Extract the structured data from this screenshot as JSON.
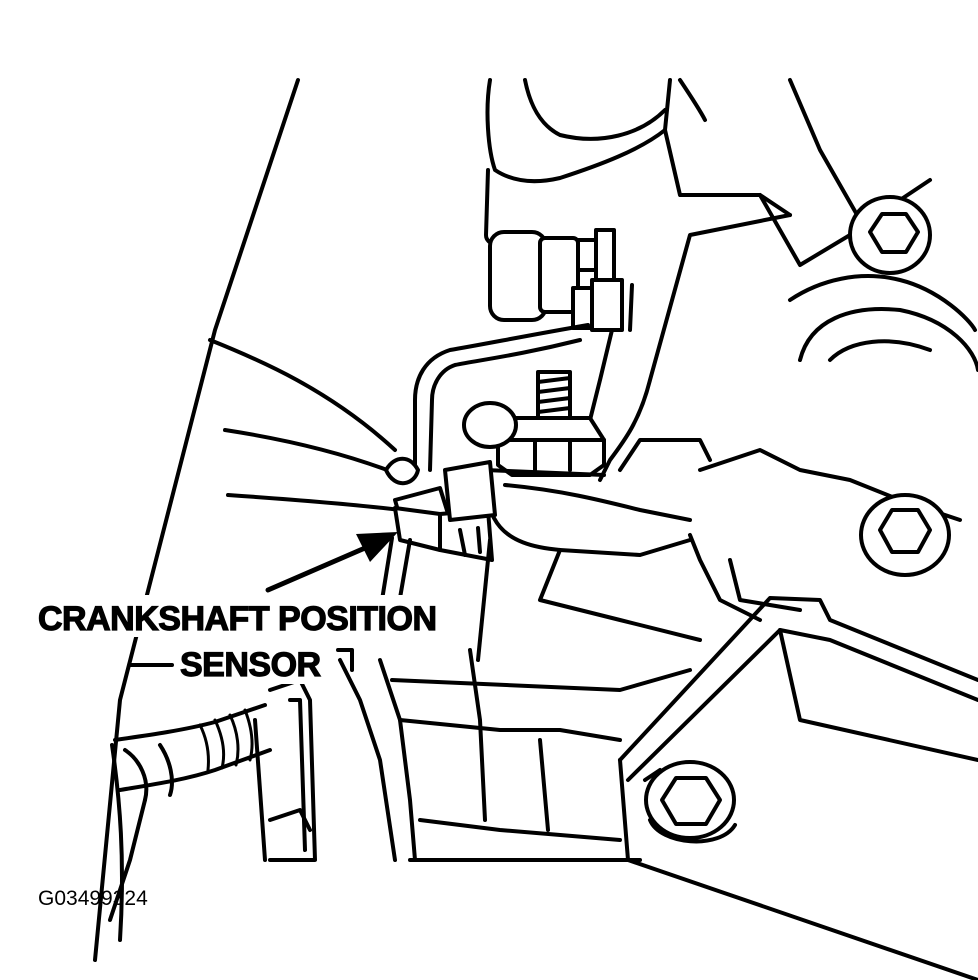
{
  "callout": {
    "line1": "CRANKSHAFT POSITION",
    "line2": "SENSOR"
  },
  "figure_id": "G03499324",
  "icons": {
    "engine": "engine-block-line-drawing",
    "sensor": "crankshaft-position-sensor",
    "arrow": "callout-arrow"
  }
}
